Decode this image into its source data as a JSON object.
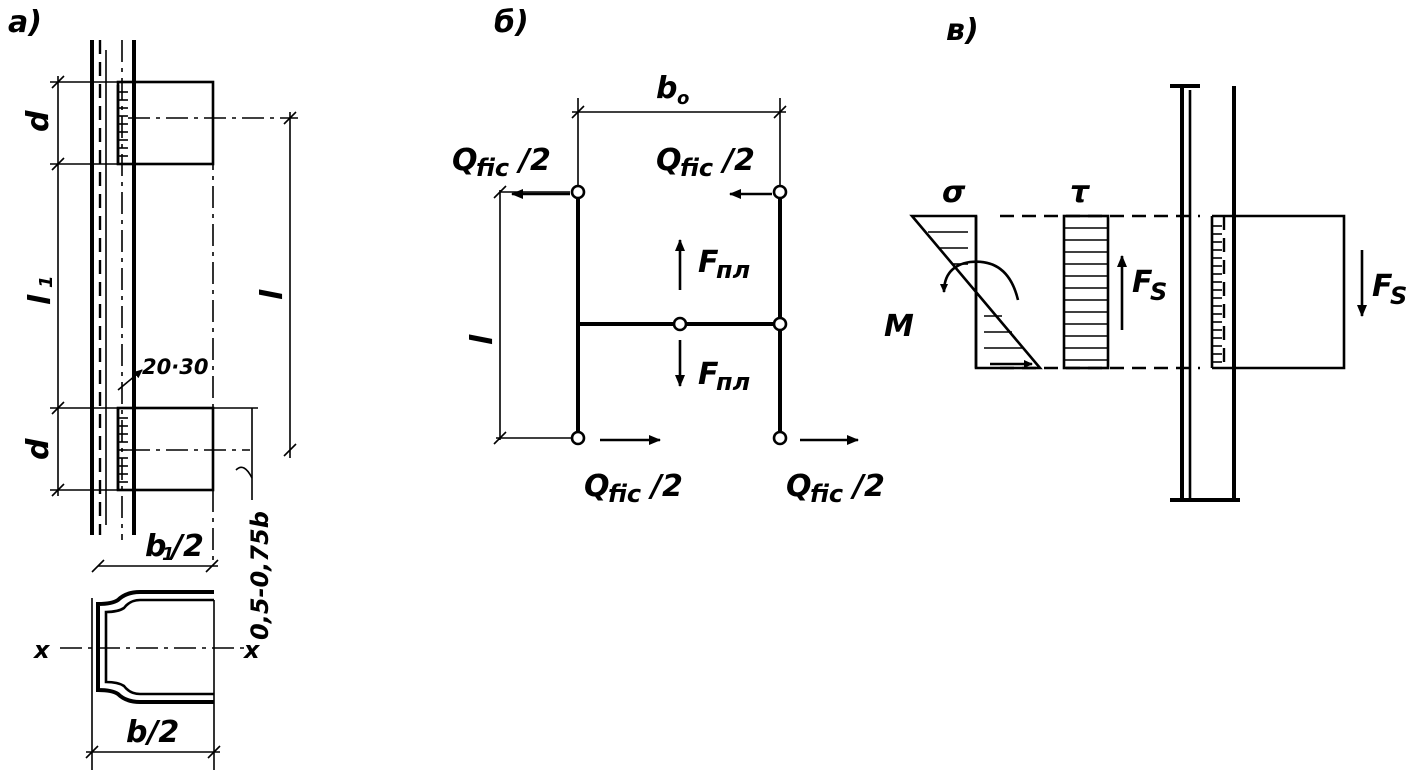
{
  "panels": {
    "a": {
      "label": "а)",
      "dim_d_top": "d",
      "dim_l1": "l",
      "dim_l1_sub": "1",
      "dim_l": "l",
      "dim_d_bottom": "d",
      "dim_20_30": "20·30",
      "dim_b1_half": "b",
      "dim_b1_half_sub": "1",
      "dim_b1_half_tail": "/2",
      "dim_range": "0,5-0,75b",
      "axis_x_left": "x",
      "axis_x_right": "x",
      "dim_b_half": "b/2"
    },
    "b": {
      "label": "б)",
      "dim_b0": "b",
      "dim_b0_sub": "o",
      "q_top_left": "Q",
      "q_top_left_sub": "fic",
      "q_top_left_tail": "/2",
      "q_top_right": "Q",
      "q_top_right_sub": "fic",
      "q_top_right_tail": "/2",
      "f_up": "F",
      "f_up_sub": "пл",
      "f_down": "F",
      "f_down_sub": "пл",
      "dim_l": "l",
      "q_bottom_left": "Q",
      "q_bottom_left_sub": "fic",
      "q_bottom_left_tail": "/2",
      "q_bottom_right": "Q",
      "q_bottom_right_sub": "fic",
      "q_bottom_right_tail": "/2"
    },
    "c": {
      "label": "в)",
      "sigma": "σ",
      "tau": "τ",
      "moment": "M",
      "fs_left": "F",
      "fs_left_sub": "S",
      "fs_right": "F",
      "fs_right_sub": "S"
    }
  }
}
